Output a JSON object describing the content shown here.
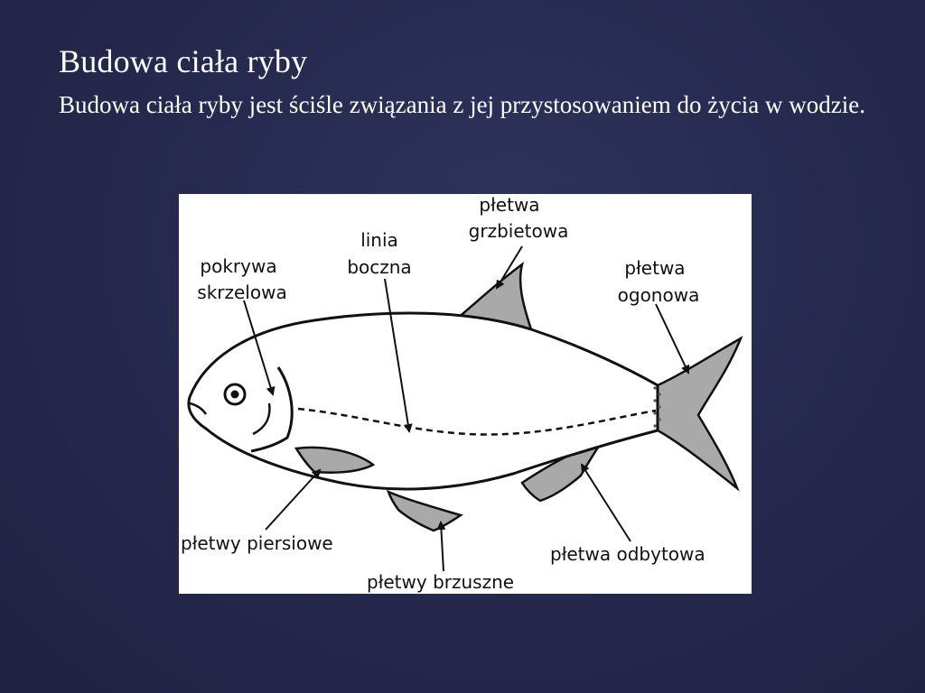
{
  "slide": {
    "title": "Budowa ciała ryby",
    "subtitle": "Budowa ciała ryby jest ściśle związania z jej przystosowaniem do życia w wodzie."
  },
  "diagram": {
    "labels": {
      "pokrywa_skrzelowa": [
        "pokrywa",
        "skrzelowa"
      ],
      "linia_boczna": [
        "linia",
        "boczna"
      ],
      "pletwa_grzbietowa": [
        "płetwa",
        "grzbietowa"
      ],
      "pletwa_ogonowa": [
        "płetwa",
        "ogonowa"
      ],
      "pletwy_piersiowe": "płetwy piersiowe",
      "pletwy_brzuszne": "płetwy brzuszne",
      "pletwa_odbytowa": "płetwa odbytowa"
    },
    "colors": {
      "fin_fill": "#a9a9a9",
      "outline": "#111111",
      "panel": "#ffffff"
    }
  }
}
